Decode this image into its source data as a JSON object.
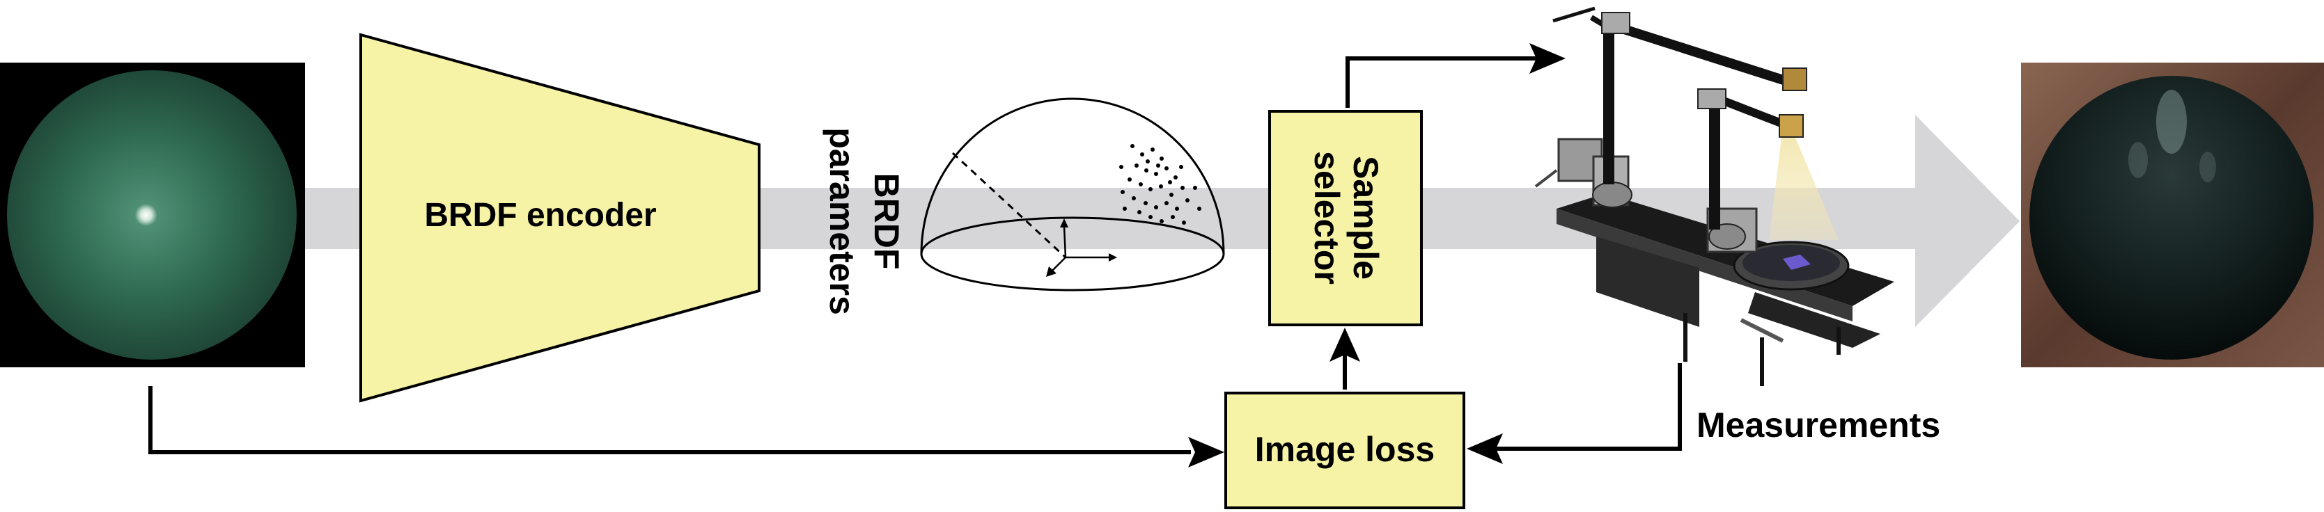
{
  "diagram": {
    "encoder_label": "BRDF encoder",
    "params_label_line1": "BRDF",
    "params_label_line2": "parameters",
    "selector_label_line1": "Sample",
    "selector_label_line2": "selector",
    "loss_label": "Image loss",
    "measurements_label": "Measurements"
  },
  "colors": {
    "box_fill": "#f6f3a6",
    "pipeline_band": "#d6d5d8",
    "input_sphere": "#2f6b52",
    "output_sphere": "#0f1c1b",
    "output_background": "#6b4a3a",
    "arrow": "#000000"
  },
  "icons": {
    "input_image": "green-sphere-render",
    "hemisphere": "sampling-hemisphere",
    "gonioreflectometer": "measurement-device",
    "output_image": "dark-sphere-render"
  }
}
